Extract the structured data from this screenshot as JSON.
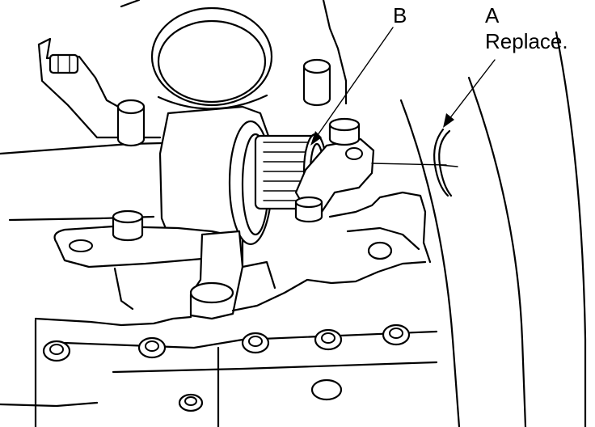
{
  "callouts": {
    "a_letter": "A",
    "a_note": "Replace.",
    "b_letter": "B"
  },
  "colors": {
    "ink": "#000000",
    "paper": "#ffffff"
  }
}
